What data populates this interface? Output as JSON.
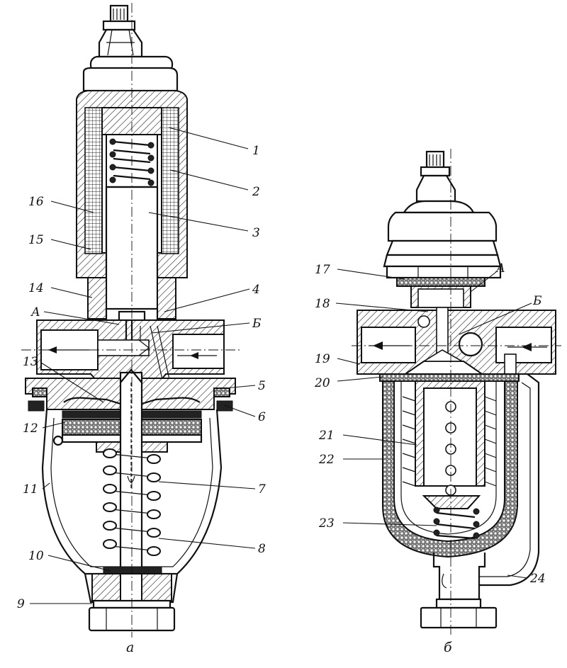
{
  "figure": {
    "view_a": {
      "caption": "а",
      "labels": [
        "1",
        "2",
        "3",
        "4",
        "Б",
        "5",
        "6",
        "7",
        "8",
        "9",
        "10",
        "11",
        "12",
        "13",
        "А",
        "14",
        "15",
        "16"
      ]
    },
    "view_b": {
      "caption": "б",
      "labels": [
        "17",
        "18",
        "А",
        "Б",
        "19",
        "20",
        "21",
        "22",
        "23",
        "24"
      ]
    }
  }
}
